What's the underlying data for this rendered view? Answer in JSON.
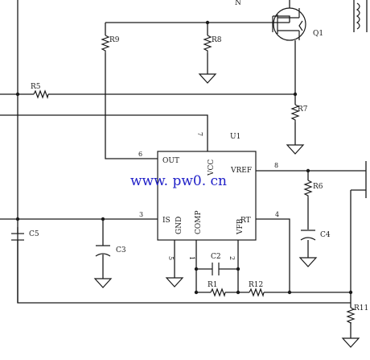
{
  "colors": {
    "ink": "#1a1a1a",
    "watermark": "#2020c8",
    "background": "#ffffff"
  },
  "ic": {
    "ref": "U1",
    "pins": {
      "out": "OUT",
      "vcc": "VCC",
      "vref": "VREF",
      "is": "IS",
      "gnd": "GND",
      "comp": "COMP",
      "vfb": "VFB",
      "rt": "RT"
    },
    "pin_numbers": {
      "out": "6",
      "vcc": "7",
      "vref": "8",
      "is": "3",
      "gnd": "5",
      "comp": "1",
      "vfb": "2",
      "rt": "4"
    }
  },
  "components": {
    "q1": "Q1",
    "r9": "R9",
    "r8": "R8",
    "r5": "R5",
    "r7": "R7",
    "r6": "R6",
    "c4": "C4",
    "c5": "C5",
    "c3": "C3",
    "c2": "C2",
    "r1": "R1",
    "r12": "R12",
    "r11": "R11"
  },
  "watermark": "www. pw0. cn",
  "top_partial_label": "N"
}
